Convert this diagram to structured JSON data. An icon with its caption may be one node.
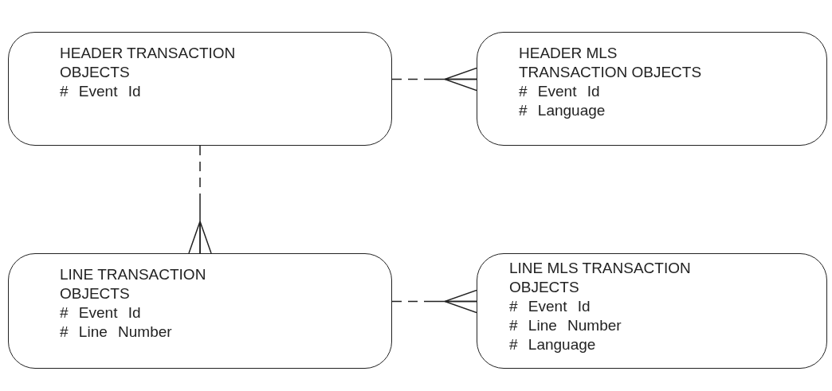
{
  "diagram": {
    "nodes": [
      {
        "text": [
          "HEADER TRANSACTION OBJECTS",
          "# Event Id"
        ]
      },
      {
        "text": [
          "HEADER MLS TRANSACTION OBJECTS",
          "# Event Id",
          "# Language"
        ]
      },
      {
        "text": [
          "LINE TRANSACTION OBJECTS",
          "# Event Id",
          "# Line Number"
        ]
      },
      {
        "text": [
          "LINE MLS TRANSACTION OBJECTS",
          "# Event Id",
          "# Line Number",
          "# Language"
        ]
      }
    ],
    "edges": [
      {
        "from": 0,
        "to": 1,
        "arrow": "other",
        "style": "dashed"
      },
      {
        "from": 0,
        "to": 2,
        "arrow": "other",
        "style": "dashed"
      },
      {
        "from": 2,
        "to": 3,
        "arrow": "other",
        "style": "dashed"
      }
    ]
  }
}
